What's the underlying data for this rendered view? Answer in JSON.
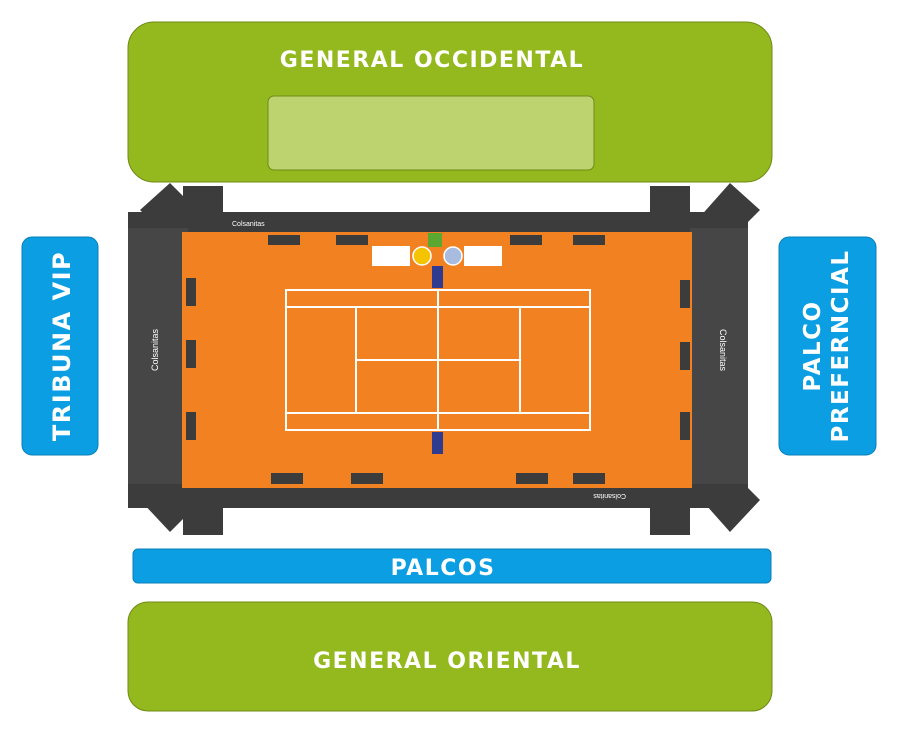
{
  "sections": {
    "general_occidental": "GENERAL OCCIDENTAL",
    "general_oriental": "GENERAL ORIENTAL",
    "palcos": "PALCOS",
    "tribuna_vip": "TRIBUNA VIP",
    "palco_preferencial_line1": "PALCO",
    "palco_preferencial_line2": "PREFERNCIAL"
  },
  "sponsor": {
    "name": "Colsanitas"
  },
  "colors": {
    "general": "#94b91f",
    "general_inner": "#bdd36f",
    "blue_sections": "#0b9ee3",
    "court_clay": "#f28221",
    "court_surround": "#3c3c3c",
    "court_lines": "#ffffff"
  }
}
